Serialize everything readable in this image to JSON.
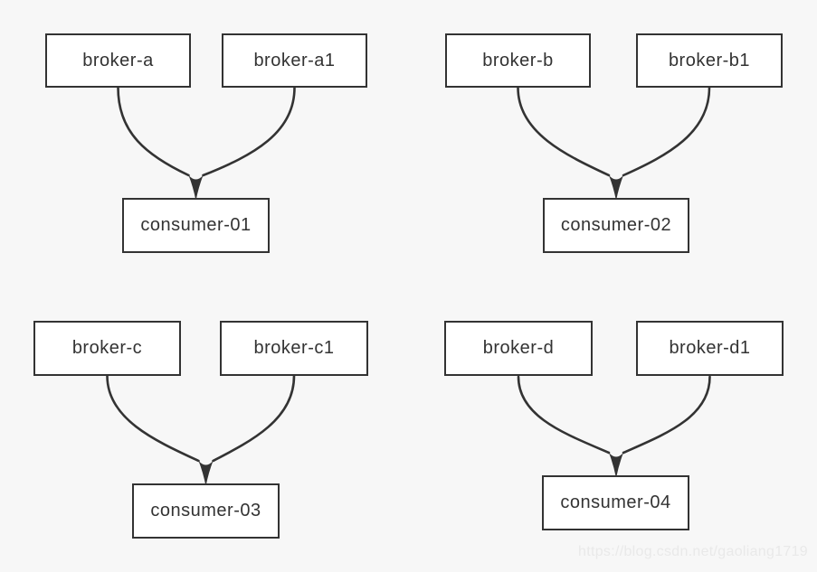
{
  "diagram": {
    "groups": [
      {
        "brokers": [
          "broker-a",
          "broker-a1"
        ],
        "consumer": "consumer-01"
      },
      {
        "brokers": [
          "broker-b",
          "broker-b1"
        ],
        "consumer": "consumer-02"
      },
      {
        "brokers": [
          "broker-c",
          "broker-c1"
        ],
        "consumer": "consumer-03"
      },
      {
        "brokers": [
          "broker-d",
          "broker-d1"
        ],
        "consumer": "consumer-04"
      }
    ],
    "edges": [
      {
        "from": "broker-a",
        "to": "consumer-01"
      },
      {
        "from": "broker-a1",
        "to": "consumer-01"
      },
      {
        "from": "broker-b",
        "to": "consumer-02"
      },
      {
        "from": "broker-b1",
        "to": "consumer-02"
      },
      {
        "from": "broker-c",
        "to": "consumer-03"
      },
      {
        "from": "broker-c1",
        "to": "consumer-03"
      },
      {
        "from": "broker-d",
        "to": "consumer-04"
      },
      {
        "from": "broker-d1",
        "to": "consumer-04"
      }
    ],
    "colors": {
      "background": "#f7f7f7",
      "node_fill": "#ffffff",
      "node_border": "#333333",
      "edge": "#333333",
      "label": "#333333",
      "watermark": "#e9e9e9"
    }
  },
  "watermark": {
    "text": "https://blog.csdn.net/gaoliang1719"
  }
}
